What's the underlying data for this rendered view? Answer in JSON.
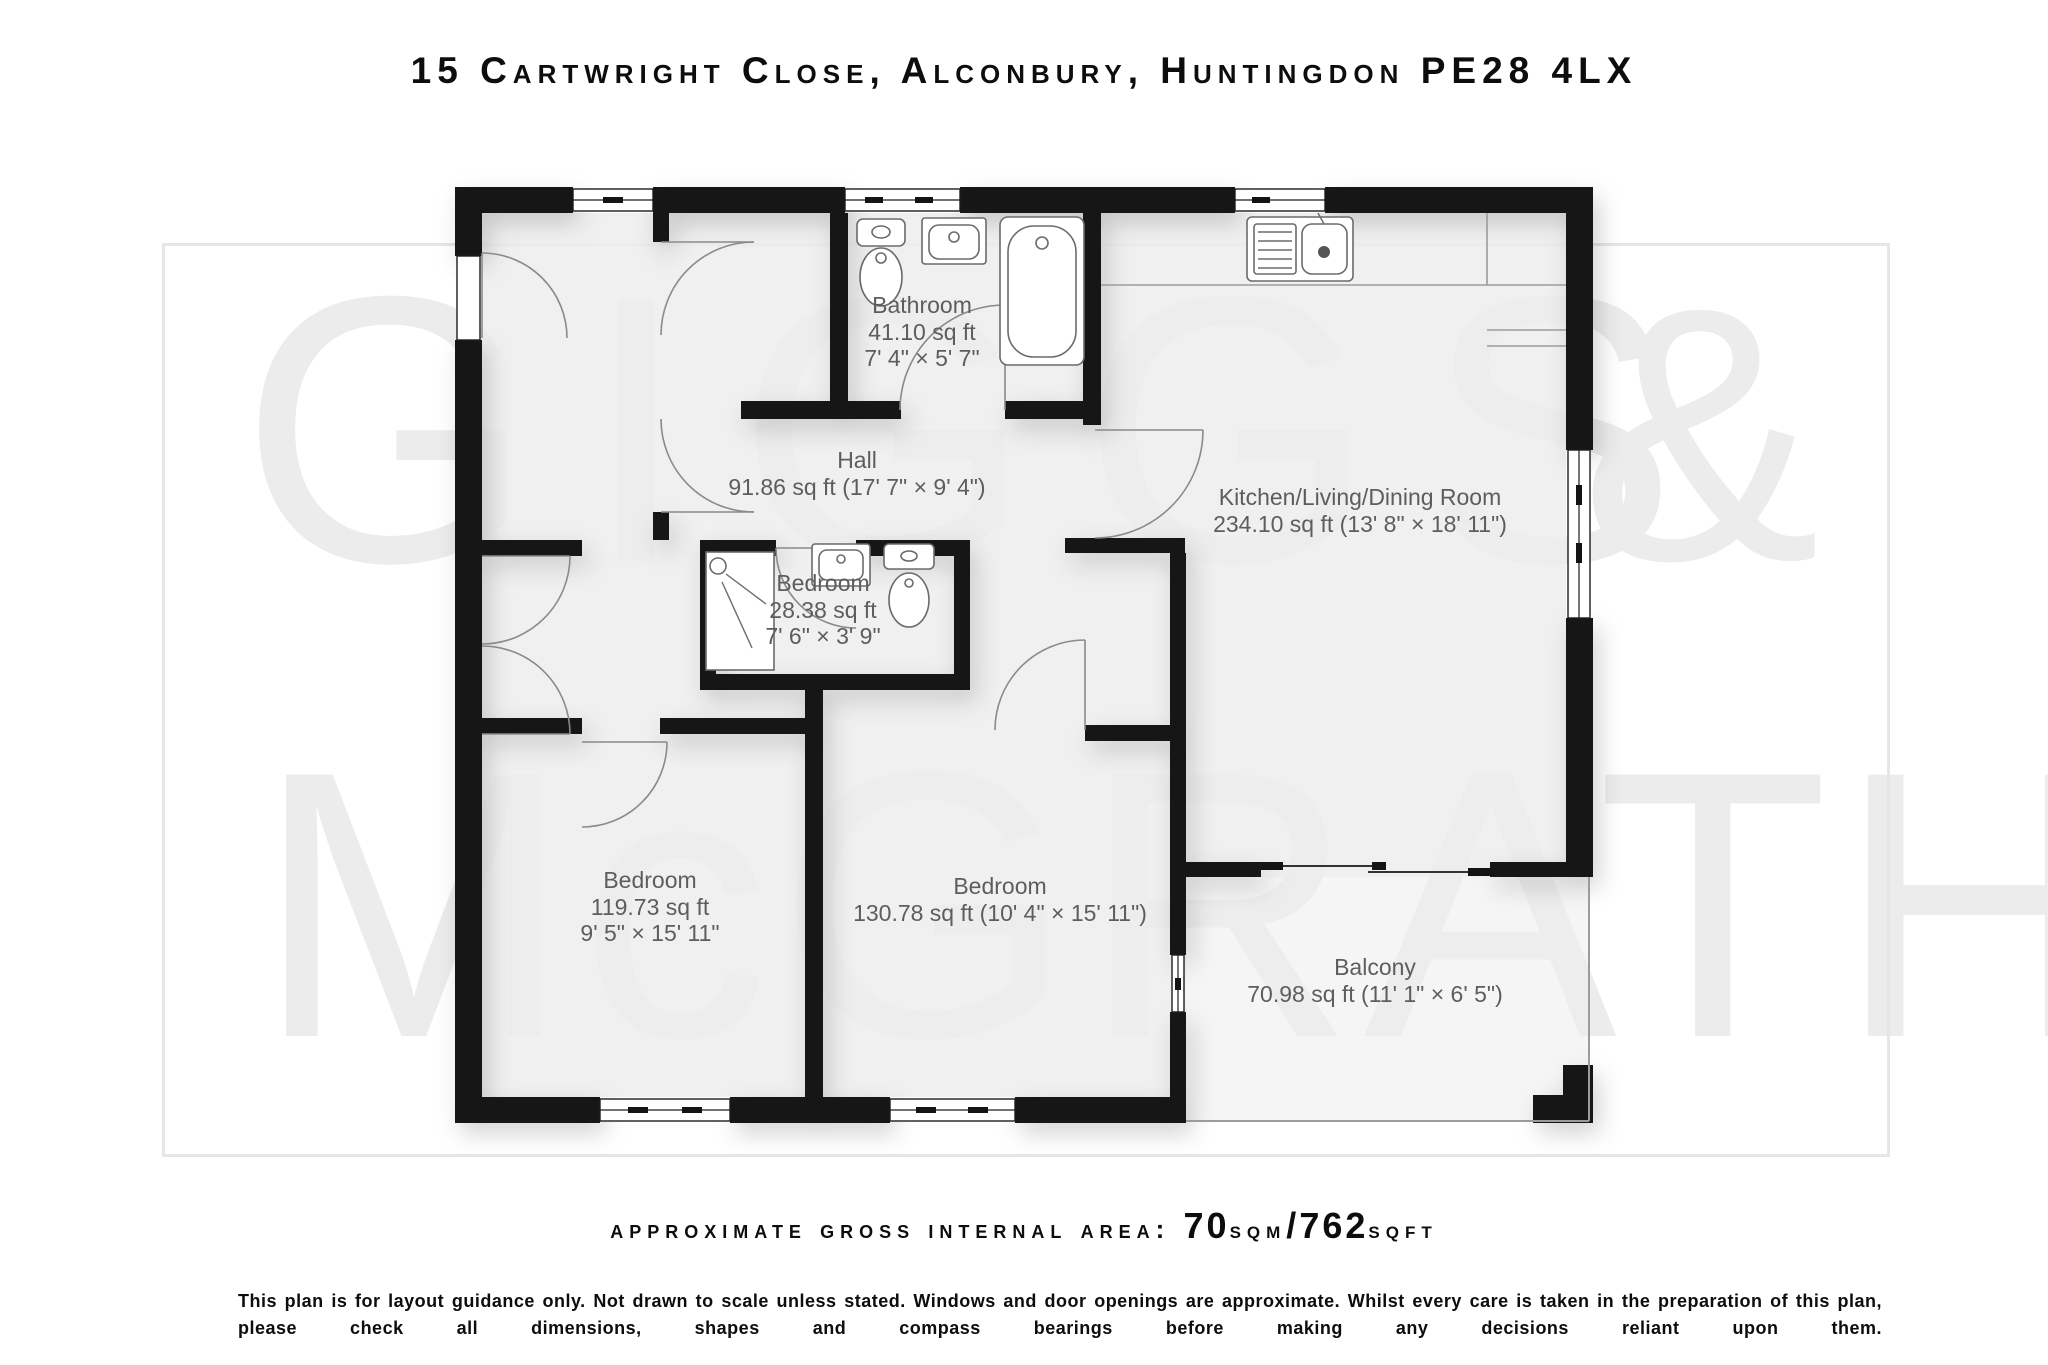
{
  "title": "15 Cartwright Close, Alconbury, Huntingdon PE28 4LX",
  "watermark": {
    "line1": "GIGGS",
    "ampersand": "&",
    "line2": "McGRATH"
  },
  "plan": {
    "rooms": {
      "bathroom": {
        "name": "Bathroom",
        "area": "41.10 sq ft",
        "dims": "7' 4\" × 5' 7\""
      },
      "hall": {
        "name": "Hall",
        "size": "91.86 sq ft (17' 7\" × 9' 4\")"
      },
      "kitchen": {
        "name": "Kitchen/Living/Dining Room",
        "size": "234.10 sq ft (13' 8\" × 18' 11\")"
      },
      "shower_room": {
        "name": "Bedroom",
        "area": "28.38 sq ft",
        "dims": "7' 6\" × 3' 9\""
      },
      "bedroom_left": {
        "name": "Bedroom",
        "area": "119.73 sq ft",
        "dims": "9' 5\" × 15' 11\""
      },
      "bedroom_middle": {
        "name": "Bedroom",
        "size": "130.78 sq ft (10' 4\" × 15' 11\")"
      },
      "balcony": {
        "name": "Balcony",
        "size": "70.98 sq ft (11' 1\" × 6' 5\")"
      }
    }
  },
  "footer": {
    "area_prefix": "approximate gross internal area: ",
    "area_sqm_value": "70",
    "area_sqm_unit": "sqm",
    "area_separator": "/",
    "area_sqft_value": "762",
    "area_sqft_unit": "sqft",
    "disclaimer": "This plan is for layout guidance only. Not drawn to scale unless stated. Windows and door openings are approximate. Whilst every care is taken in the preparation of this plan, please check all dimensions, shapes and compass bearings before making any decisions reliant upon them."
  },
  "colors": {
    "wall": "#141414",
    "floor": "#ededed",
    "label_text": "#5d5d5d",
    "watermark": "#ececec"
  }
}
